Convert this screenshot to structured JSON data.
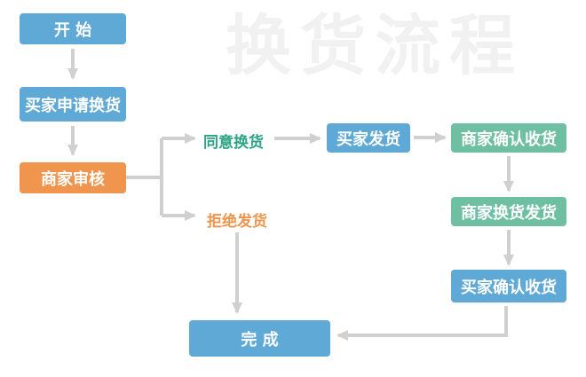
{
  "title": {
    "watermark": "换货流程"
  },
  "colors": {
    "background": "#FFFFFF",
    "blue": "#5FA9D6",
    "orange": "#F0954E",
    "green": "#6FBFA3",
    "green_text": "#2CA385",
    "orange_text": "#F0954E",
    "arrow": "#D0D0D0",
    "watermark": "#F1F1F1",
    "box_text": "#FFFFFF"
  },
  "nodes": {
    "start": {
      "label": "开 始"
    },
    "buyer_apply": {
      "label": "买家申请换货"
    },
    "merchant_review": {
      "label": "商家审核"
    },
    "agree": {
      "label": "同意换货"
    },
    "refuse": {
      "label": "拒绝发货"
    },
    "buyer_ship": {
      "label": "买家发货"
    },
    "merchant_confirm_receipt": {
      "label": "商家确认收货"
    },
    "merchant_exchange_ship": {
      "label": "商家换货发货"
    },
    "buyer_confirm_receipt": {
      "label": "买家确认收货"
    },
    "done": {
      "label": "完 成"
    }
  }
}
